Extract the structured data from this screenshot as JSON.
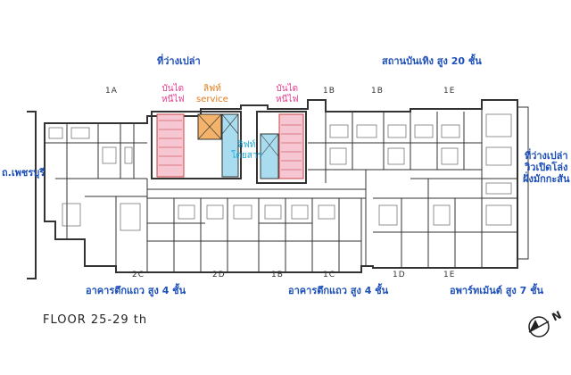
{
  "labels": {
    "top_open_space": "ที่ว่างเปล่า",
    "entertainment": "สถานบันเทิง  สูง 20  ชั้น",
    "road": "ถ.เพชรบุรี",
    "right_open_space": [
      "ที่ว่างเปล่า",
      "วิวเปิดโล่ง",
      "ฝั่งมักกะสัน"
    ],
    "rowhouse_left": "อาคารตึกแถว สูง 4 ชั้น",
    "rowhouse_mid": "อาคารตึกแถว สูง 4 ชั้น",
    "apartment": "อพาร์ทเม้นต์ สูง 7 ชั้น",
    "fire_stair_1": [
      "บันได",
      "หนีไฟ"
    ],
    "service_lift": [
      "ลิฟท์",
      "service"
    ],
    "fire_stair_2": [
      "บันได",
      "หนีไฟ"
    ],
    "passenger_lift": [
      "ลิฟท์",
      "โดยสาร"
    ],
    "floor": "FLOOR 25-29 th",
    "north": "N"
  },
  "units_top": [
    "1A",
    "1B",
    "1B",
    "1E"
  ],
  "units_bottom": [
    "2C",
    "2D",
    "1B",
    "1C",
    "1D",
    "1E"
  ],
  "colors": {
    "label_blue": "#1d4fb8",
    "stair_pink": "#f6c6d3",
    "service_orange": "#f3b36a",
    "lift_cyan": "#a9dcee"
  }
}
